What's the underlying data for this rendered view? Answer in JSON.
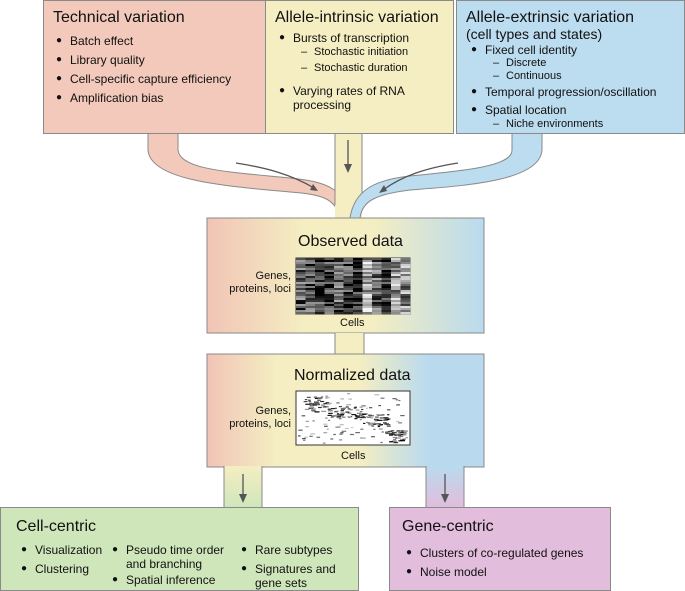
{
  "technical": {
    "title": "Technical variation",
    "items": [
      "Batch effect",
      "Library quality",
      "Cell-specific capture efficiency",
      "Amplification bias"
    ]
  },
  "intrinsic": {
    "title": "Allele-intrinsic variation",
    "item1": "Bursts of transcription",
    "sub1": [
      "Stochastic initiation",
      "Stochastic duration"
    ],
    "item2a": "Varying rates of RNA",
    "item2b": "processing"
  },
  "extrinsic": {
    "title1": "Allele-extrinsic variation",
    "title2": "(cell types and states)",
    "item1": "Fixed cell identity",
    "sub1": [
      "Discrete",
      "Continuous"
    ],
    "item2": "Temporal progression/oscillation",
    "item3": "Spatial location",
    "sub3": [
      "Niche environments"
    ]
  },
  "observed": {
    "title": "Observed data",
    "ylabel": [
      "Genes,",
      "proteins, loci"
    ],
    "xlabel": "Cells"
  },
  "normalized": {
    "title": "Normalized data",
    "ylabel": [
      "Genes,",
      "proteins, loci"
    ],
    "xlabel": "Cells"
  },
  "cell_centric": {
    "title": "Cell-centric",
    "col1": [
      "Visualization",
      "Clustering"
    ],
    "col2a": "Pseudo time order",
    "col2b": "and branching",
    "col2c": "Spatial inference",
    "col3a": "Rare subtypes",
    "col3b": "Signatures and",
    "col3c": "gene sets"
  },
  "gene_centric": {
    "title": "Gene-centric",
    "items": [
      "Clusters of co-regulated genes",
      "Noise model"
    ]
  },
  "colors": {
    "technical": "#f2c9ba",
    "intrinsic": "#f4eec2",
    "extrinsic": "#bcdcef",
    "cell_centric": "#cfe6bb",
    "gene_centric": "#e2bddc"
  }
}
